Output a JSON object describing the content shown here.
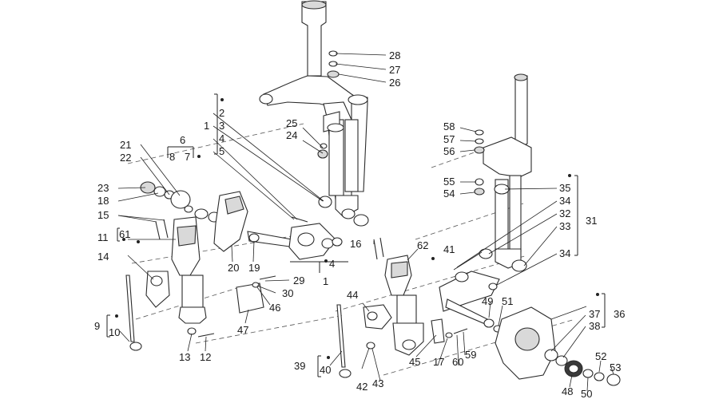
{
  "diagram": {
    "labels": {
      "n1": "1",
      "n1b": "1",
      "n2": "2",
      "n3": "3",
      "n4": "4",
      "n4b": "4",
      "n5": "5",
      "n6": "6",
      "n7": "7",
      "n8": "8",
      "n9": "9",
      "n10": "10",
      "n11": "11",
      "n12": "12",
      "n13": "13",
      "n14": "14",
      "n15": "15",
      "n16": "16",
      "n17": "17",
      "n18": "18",
      "n19": "19",
      "n20": "20",
      "n21": "21",
      "n22": "22",
      "n23": "23",
      "n24": "24",
      "n25": "25",
      "n26": "26",
      "n27": "27",
      "n28": "28",
      "n29": "29",
      "n30": "30",
      "n31": "31",
      "n32": "32",
      "n33": "33",
      "n34": "34",
      "n34b": "34",
      "n35": "35",
      "n36": "36",
      "n37": "37",
      "n38": "38",
      "n39": "39",
      "n40": "40",
      "n41": "41",
      "n42": "42",
      "n43": "43",
      "n44": "44",
      "n45": "45",
      "n46": "46",
      "n47": "47",
      "n48": "48",
      "n49": "49",
      "n50": "50",
      "n51": "51",
      "n52": "52",
      "n53": "53",
      "n54": "54",
      "n55": "55",
      "n56": "56",
      "n57": "57",
      "n58": "58",
      "n59": "59",
      "n60": "60",
      "n61": "61",
      "n62": "62"
    }
  }
}
